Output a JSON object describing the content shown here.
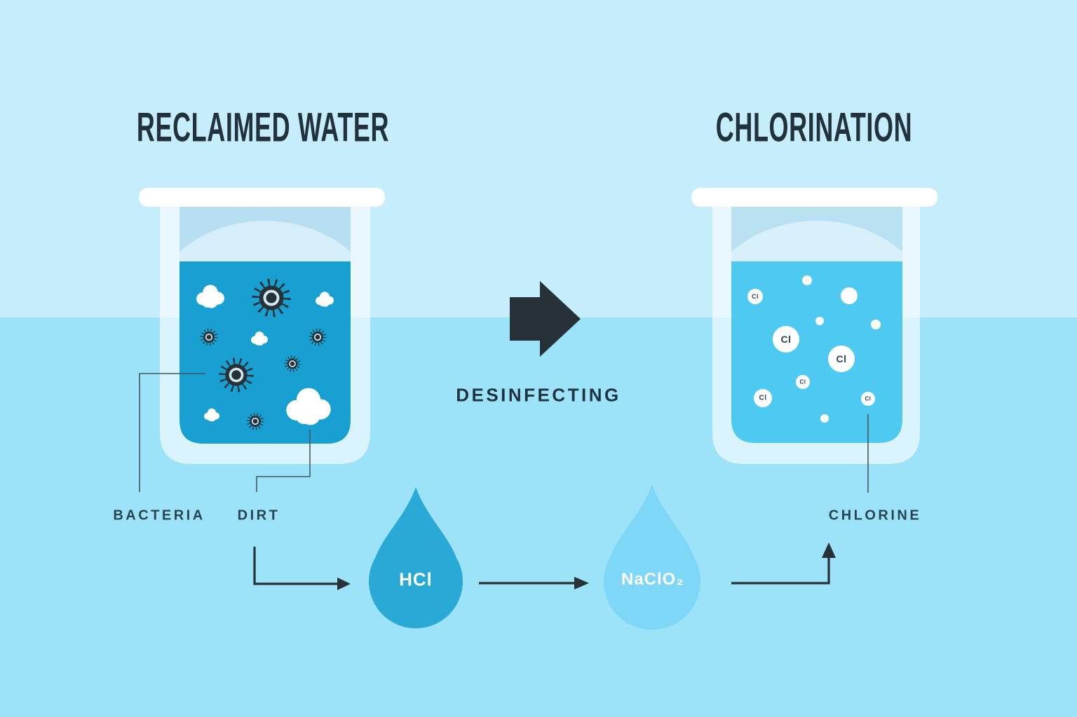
{
  "titles": {
    "left": "RECLAIMED WATER",
    "right": "CHLORINATION"
  },
  "process_label": "DESINFECTING",
  "annotations": {
    "bacteria": "BACTERIA",
    "dirt": "DIRT",
    "chlorine": "CHLORINE"
  },
  "droplets": {
    "acid_label": "HCl",
    "chlorite_label": "NaClO₂"
  },
  "particle_symbol": "Cl",
  "colors": {
    "bg_top": "#c6edfb",
    "bg_bottom": "#9ce2f8",
    "water_left": "#18a0d3",
    "water_right": "#4ecaf2",
    "droplet_acid": "#29a9d6",
    "droplet_chlorite": "#7ed7f7",
    "ink": "#263238",
    "glass": "#e3f5fb"
  }
}
